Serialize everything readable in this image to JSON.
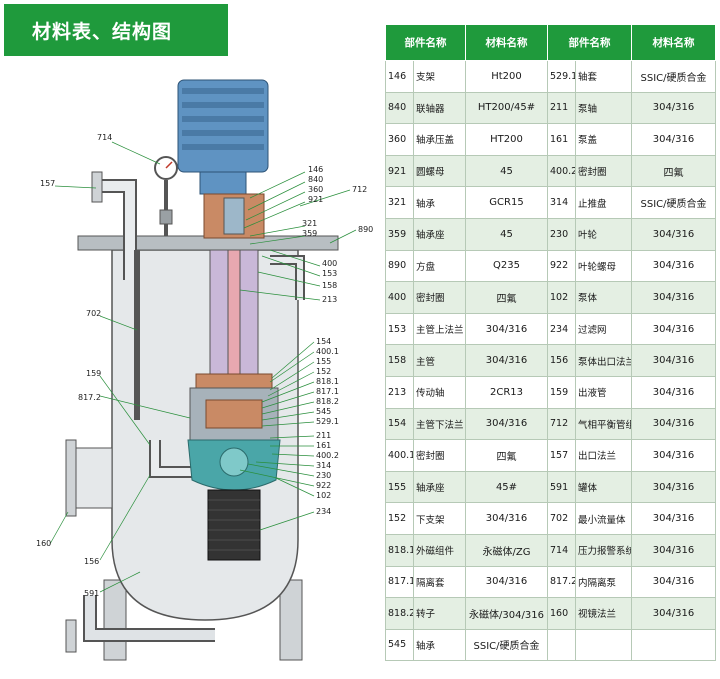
{
  "title": "材料表、结构图",
  "table": {
    "headers": [
      "部件名称",
      "材料名称",
      "部件名称",
      "材料名称"
    ],
    "rows": [
      {
        "c1": "146",
        "n1": "支架",
        "m1": "Ht200",
        "c2": "529.1",
        "n2": "轴套",
        "m2": "SSIC/硬质合金"
      },
      {
        "c1": "840",
        "n1": "联轴器",
        "m1": "HT200/45#",
        "c2": "211",
        "n2": "泵轴",
        "m2": "304/316"
      },
      {
        "c1": "360",
        "n1": "轴承压盖",
        "m1": "HT200",
        "c2": "161",
        "n2": "泵盖",
        "m2": "304/316"
      },
      {
        "c1": "921",
        "n1": "圆螺母",
        "m1": "45",
        "c2": "400.2",
        "n2": "密封圈",
        "m2": "四氟"
      },
      {
        "c1": "321",
        "n1": "轴承",
        "m1": "GCR15",
        "c2": "314",
        "n2": "止推盘",
        "m2": "SSIC/硬质合金"
      },
      {
        "c1": "359",
        "n1": "轴承座",
        "m1": "45",
        "c2": "230",
        "n2": "叶轮",
        "m2": "304/316"
      },
      {
        "c1": "890",
        "n1": "方盘",
        "m1": "Q235",
        "c2": "922",
        "n2": "叶轮螺母",
        "m2": "304/316"
      },
      {
        "c1": "400",
        "n1": "密封圈",
        "m1": "四氟",
        "c2": "102",
        "n2": "泵体",
        "m2": "304/316"
      },
      {
        "c1": "153",
        "n1": "主管上法兰",
        "m1": "304/316",
        "c2": "234",
        "n2": "过滤网",
        "m2": "304/316"
      },
      {
        "c1": "158",
        "n1": "主管",
        "m1": "304/316",
        "c2": "156",
        "n2": "泵体出口法兰",
        "m2": "304/316"
      },
      {
        "c1": "213",
        "n1": "传动轴",
        "m1": "2CR13",
        "c2": "159",
        "n2": "出液管",
        "m2": "304/316"
      },
      {
        "c1": "154",
        "n1": "主管下法兰",
        "m1": "304/316",
        "c2": "712",
        "n2": "气相平衡管组件",
        "m2": "304/316"
      },
      {
        "c1": "400.1",
        "n1": "密封圈",
        "m1": "四氟",
        "c2": "157",
        "n2": "出口法兰",
        "m2": "304/316"
      },
      {
        "c1": "155",
        "n1": "轴承座",
        "m1": "45#",
        "c2": "591",
        "n2": "罐体",
        "m2": "304/316"
      },
      {
        "c1": "152",
        "n1": "下支架",
        "m1": "304/316",
        "c2": "702",
        "n2": "最小流量体",
        "m2": "304/316"
      },
      {
        "c1": "818.1",
        "n1": "外磁组件",
        "m1": "永磁体/ZG",
        "c2": "714",
        "n2": "压力报警系统",
        "m2": "304/316"
      },
      {
        "c1": "817.1",
        "n1": "隔离套",
        "m1": "304/316",
        "c2": "817.2",
        "n2": "内隔离泵",
        "m2": "304/316"
      },
      {
        "c1": "818.2",
        "n1": "转子",
        "m1": "永磁体/304/316",
        "c2": "160",
        "n2": "视镜法兰",
        "m2": "304/316"
      },
      {
        "c1": "545",
        "n1": "轴承",
        "m1": "SSIC/硬质合金",
        "c2": "",
        "n2": "",
        "m2": ""
      }
    ]
  },
  "diagram": {
    "labels_left": [
      "714",
      "157",
      "702",
      "159",
      "817.2",
      "160",
      "156",
      "591"
    ],
    "labels_right": [
      "146",
      "840",
      "360",
      "921",
      "321",
      "359",
      "712",
      "890",
      "400",
      "153",
      "158",
      "213",
      "154",
      "400.1",
      "155",
      "152",
      "818.1",
      "817.1",
      "818.2",
      "545",
      "529.1",
      "211",
      "161",
      "400.2",
      "314",
      "230",
      "922",
      "102",
      "234"
    ]
  }
}
